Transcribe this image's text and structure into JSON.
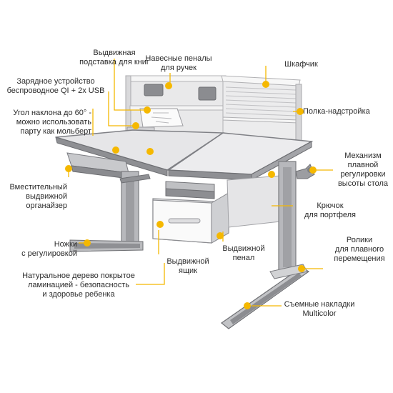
{
  "accent_color": "#f5b800",
  "labels": {
    "book_stand": [
      "Выдвижная",
      "подставка для книг"
    ],
    "pencil_cases": [
      "Навесные пеналы",
      "для ручек"
    ],
    "cabinet": [
      "Шкафчик"
    ],
    "charger": [
      "Зарядное устройство",
      "беспроводное QI + 2x USB"
    ],
    "shelf": [
      "Полка-надстройка"
    ],
    "tilt": [
      "Угол наклона до 60° -",
      "можно использовать",
      "парту как мольберт"
    ],
    "mechanism": [
      "Механизм",
      "плавной",
      "регулировки",
      "высоты стола"
    ],
    "organizer": [
      "Вместительный",
      "выдвижной",
      "органайзер"
    ],
    "hook": [
      "Крючок",
      "для портфеля"
    ],
    "legs": [
      "Ножки",
      "с регулировкой"
    ],
    "pen_drawer": [
      "Выдвижной",
      "пенал"
    ],
    "drawer": [
      "Выдвижной",
      "ящик"
    ],
    "rollers": [
      "Ролики",
      "для плавного",
      "перемещения"
    ],
    "wood": [
      "Натуральное дерево покрытое",
      "ламинацией - безопасность",
      "и здоровье ребенка"
    ],
    "covers": [
      "Съемные накладки",
      "Multicolor"
    ]
  }
}
